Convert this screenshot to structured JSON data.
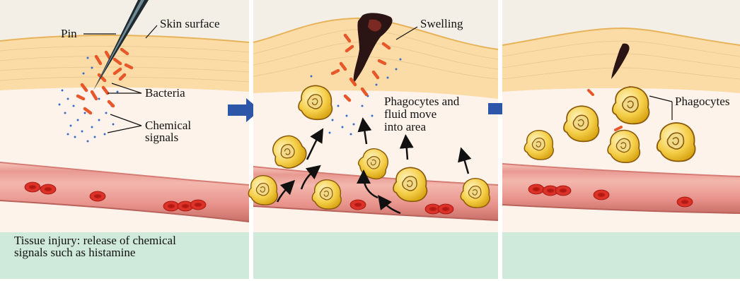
{
  "panels": [
    {
      "labels": {
        "pin": "Pin",
        "skin_surface": "Skin surface",
        "bacteria": "Bacteria",
        "chemical_signals_1": "Chemical",
        "chemical_signals_2": "signals"
      },
      "caption_line1": "Tissue injury: release of chemical",
      "caption_line2": "signals such as histamine"
    },
    {
      "labels": {
        "swelling": "Swelling",
        "phagocytes_line1": "Phagocytes and",
        "phagocytes_line2": "fluid move",
        "phagocytes_line3": "into area"
      },
      "caption_line1": "",
      "caption_line2": ""
    },
    {
      "labels": {
        "phagocytes": "Phagocytes"
      },
      "caption_line1": "",
      "caption_line2": ""
    }
  ],
  "colors": {
    "caption_bg": "#cfe9da",
    "arrow": "#2e56a8",
    "skin": "#fbe3b0",
    "tissue": "#fdf1e4",
    "vessel": "#d98a8a",
    "red_cell": "#d62a20",
    "bacteria": "#e8572a",
    "signal_dots": "#3b6cc8",
    "phagocyte": "#f2c21e"
  }
}
